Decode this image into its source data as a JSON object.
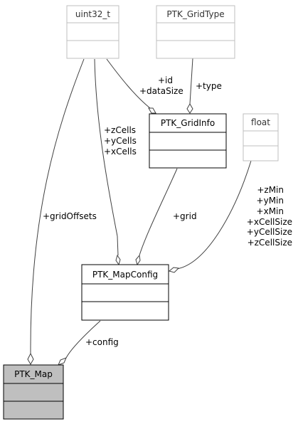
{
  "classes": {
    "uint32": {
      "name": "uint32_t"
    },
    "gridtype": {
      "name": "PTK_GridType"
    },
    "float": {
      "name": "float"
    },
    "gridinfo": {
      "name": "PTK_GridInfo"
    },
    "mapconfig": {
      "name": "PTK_MapConfig"
    },
    "map": {
      "name": "PTK_Map"
    }
  },
  "edges": {
    "id_datasize": [
      "+id",
      "+dataSize"
    ],
    "type": "+type",
    "cells": [
      "+zCells",
      "+yCells",
      "+xCells"
    ],
    "grid": "+grid",
    "float_fields": [
      "+zMin",
      "+yMin",
      "+xMin",
      "+xCellSize",
      "+yCellSize",
      "+zCellSize"
    ],
    "gridoffsets": "+gridOffsets",
    "config": "+config"
  },
  "colors": {
    "node_highlight_fill": "#bfbfbf",
    "external_border": "#bfbfbf",
    "edge": "#404040"
  }
}
